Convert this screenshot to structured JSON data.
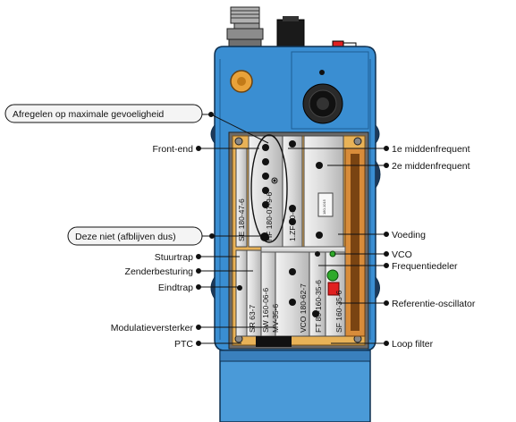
{
  "labels": {
    "afregelen": "Afregelen op maximale gevoeligheid",
    "front_end": "Front-end",
    "deze_niet": "Deze niet (afblijven dus)",
    "stuurtrap": "Stuurtrap",
    "zenderbesturing": "Zenderbesturing",
    "eindtrap": "Eindtrap",
    "modulatieversterker": "Modulatieversterker",
    "ptc": "PTC",
    "middenfrequent_1": "1e middenfrequent",
    "middenfrequent_2": "2e middenfrequent",
    "voeding": "Voeding",
    "vco": "VCO",
    "frequentiedeler": "Frequentiedeler",
    "referentie_oscillator": "Referentie-oscillator",
    "loop_filter": "Loop filter"
  },
  "modules": {
    "hf": "HF 180-07-9-6",
    "zf": "1.ZF 40-6",
    "se": "SE 180-47-6",
    "sr": "SR 63-7",
    "sw": "SW 160-06-6",
    "mv": "MV-35-6",
    "vco": "VCO 180-62-7",
    "ft": "FT 80-160-35-6",
    "sf": "SF 160-35-6"
  },
  "colors": {
    "housing": "#3a8ed2",
    "housing_dark": "#1f5e94",
    "board": "#e8b257",
    "module_light": "#e2e2e2",
    "module_mid": "#bdbdbd",
    "black": "#111111",
    "red": "#e02020",
    "green": "#2faa2a"
  }
}
